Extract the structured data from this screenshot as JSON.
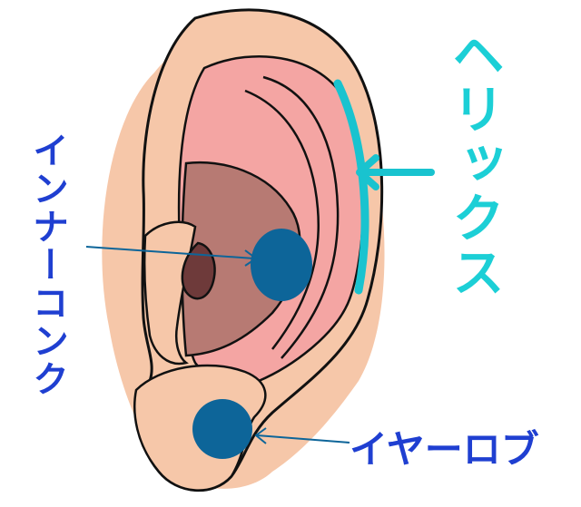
{
  "labels": {
    "helix": "ヘリックス",
    "inner_conch": "インナーコンク",
    "earlobe": "イヤーロブ"
  },
  "colors": {
    "helix_label": "#1ccfd6",
    "dark_labels": "#1f3fd1",
    "skin": "#f6c7a9",
    "inner_pink": "#f4a5a3",
    "concha": "#b77a73",
    "canal": "#6e3a3a",
    "stud": "#0d6599",
    "helix_bar": "#19c3cf",
    "outline": "#111111"
  }
}
